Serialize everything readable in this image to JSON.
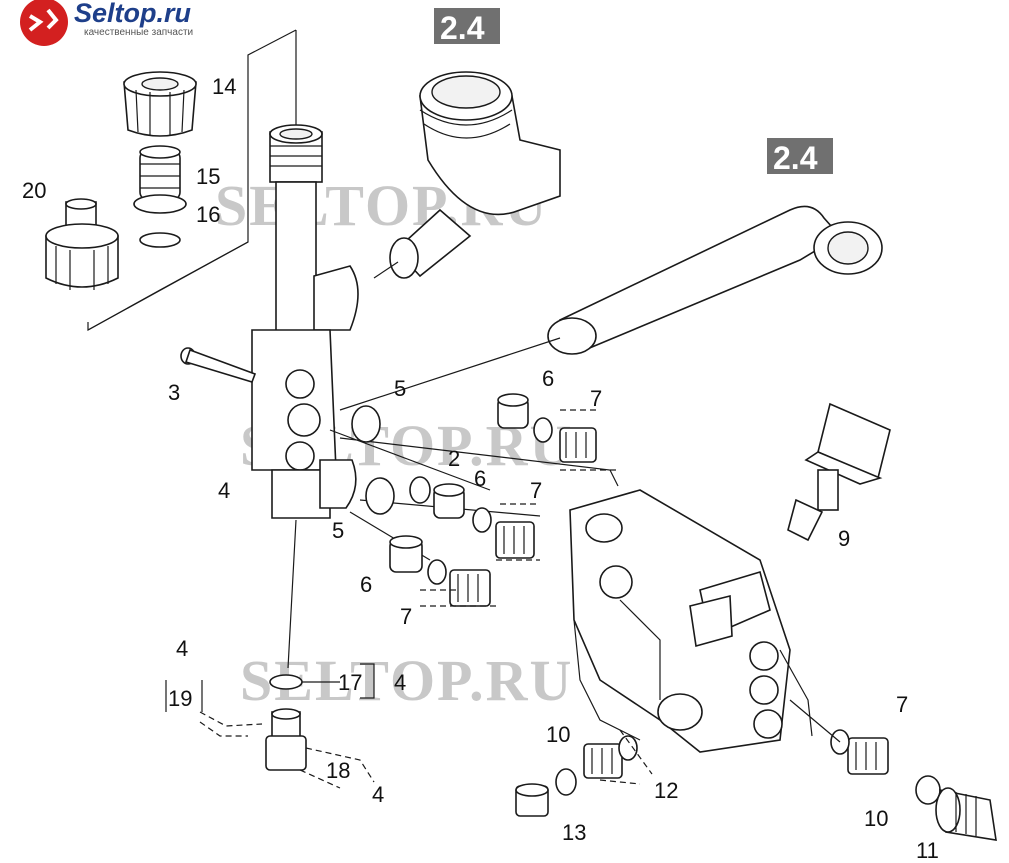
{
  "logo": {
    "name": "Seltop.ru",
    "tagline": "качественные запчасти",
    "accent": "#d32020",
    "brand": "#1e3f8a"
  },
  "watermark": "SELTOP.RU",
  "refs": [
    "2.4",
    "2.4"
  ],
  "callouts": [
    "14",
    "15",
    "16",
    "20",
    "3",
    "5",
    "6",
    "7",
    "2",
    "6",
    "7",
    "4",
    "5",
    "6",
    "7",
    "9",
    "4",
    "19",
    "17",
    "4",
    "18",
    "4",
    "10",
    "12",
    "13",
    "7",
    "10",
    "11"
  ]
}
